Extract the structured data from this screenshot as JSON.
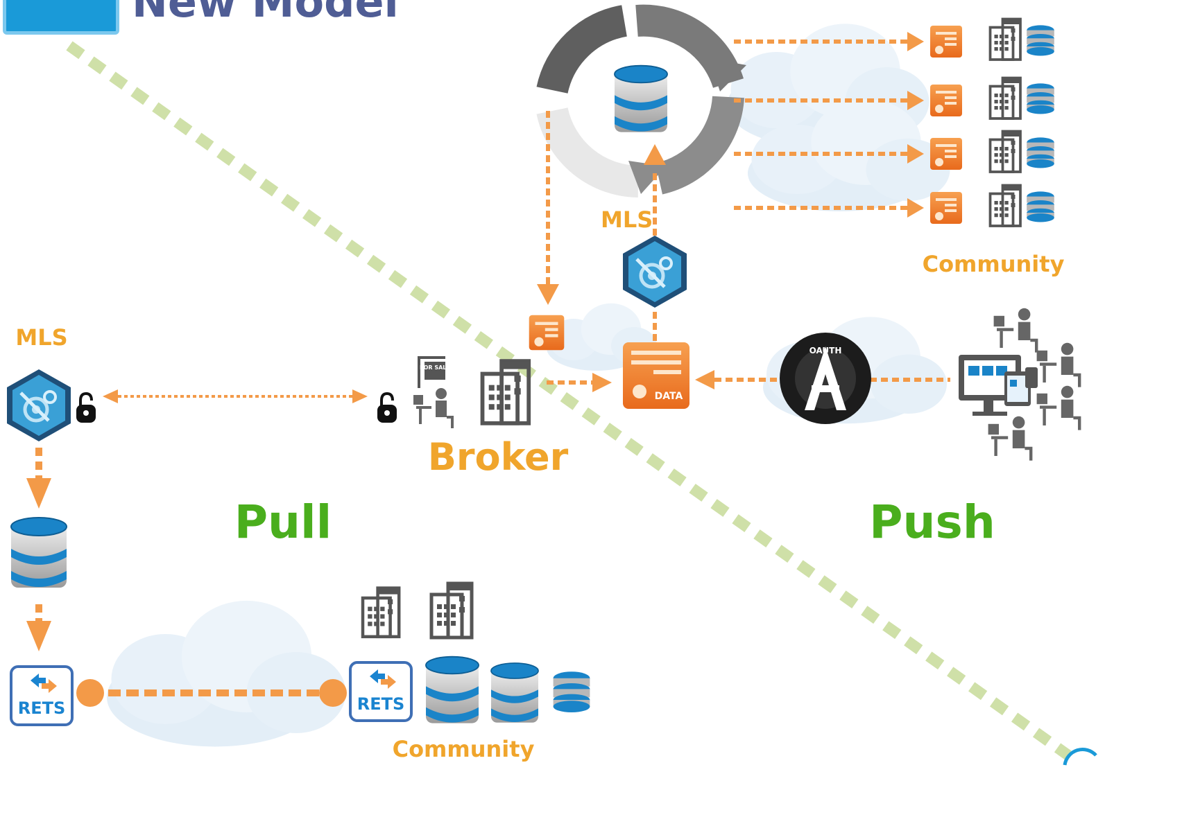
{
  "header": {
    "title": "New Model"
  },
  "labels": {
    "mls_left": "MLS",
    "mls_top": "MLS",
    "broker": "Broker",
    "pull": "Pull",
    "push": "Push",
    "community_top": "Community",
    "community_bottom": "Community",
    "data_tag": "DATA",
    "rets_left": "RETS",
    "rets_right": "RETS",
    "sign_text": "FOR SALE",
    "oauth_ring": "OAUTH"
  },
  "icons": {
    "database": "database-icon",
    "building": "building-icon",
    "document": "document-icon",
    "lock": "lock-icon",
    "gear_hex": "gear-hex-icon",
    "oauth": "oauth-icon",
    "cloud": "cloud-icon",
    "agent": "agent-at-desk-icon",
    "monitor": "monitor-devices-icon",
    "refresh": "refresh-cycle-icon"
  },
  "colors": {
    "accent_orange": "#f39a48",
    "label_orange": "#f0a52c",
    "label_green": "#4aae1d",
    "divider_green": "#cfe0a8",
    "title_blue": "#4f5d95",
    "db_blue": "#1a84c8",
    "hex_blue": "#2a8ec4"
  }
}
